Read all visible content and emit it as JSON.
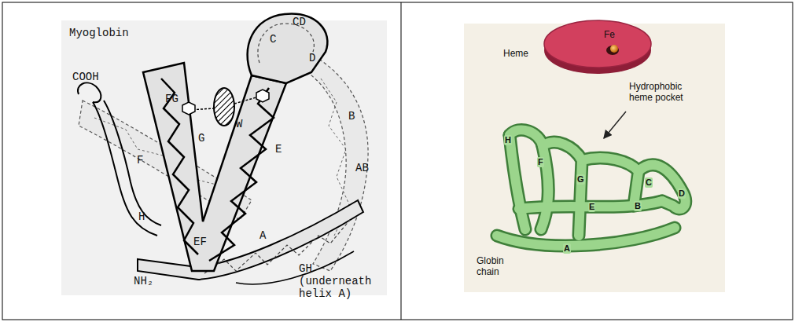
{
  "diagram": {
    "labels": [
      "Myoglobin",
      "CD",
      "C",
      "D",
      "FG",
      "W",
      "G",
      "B",
      "COOH",
      "E",
      "AB",
      "F",
      "H",
      "EF",
      "A",
      "NH₂",
      "GH (underneath helix A)",
      "Heme",
      "Fe",
      "Hydrophobic heme pocket",
      "H",
      "F",
      "G",
      "C",
      "D",
      "E",
      "B",
      "A",
      "Globin chain"
    ]
  }
}
